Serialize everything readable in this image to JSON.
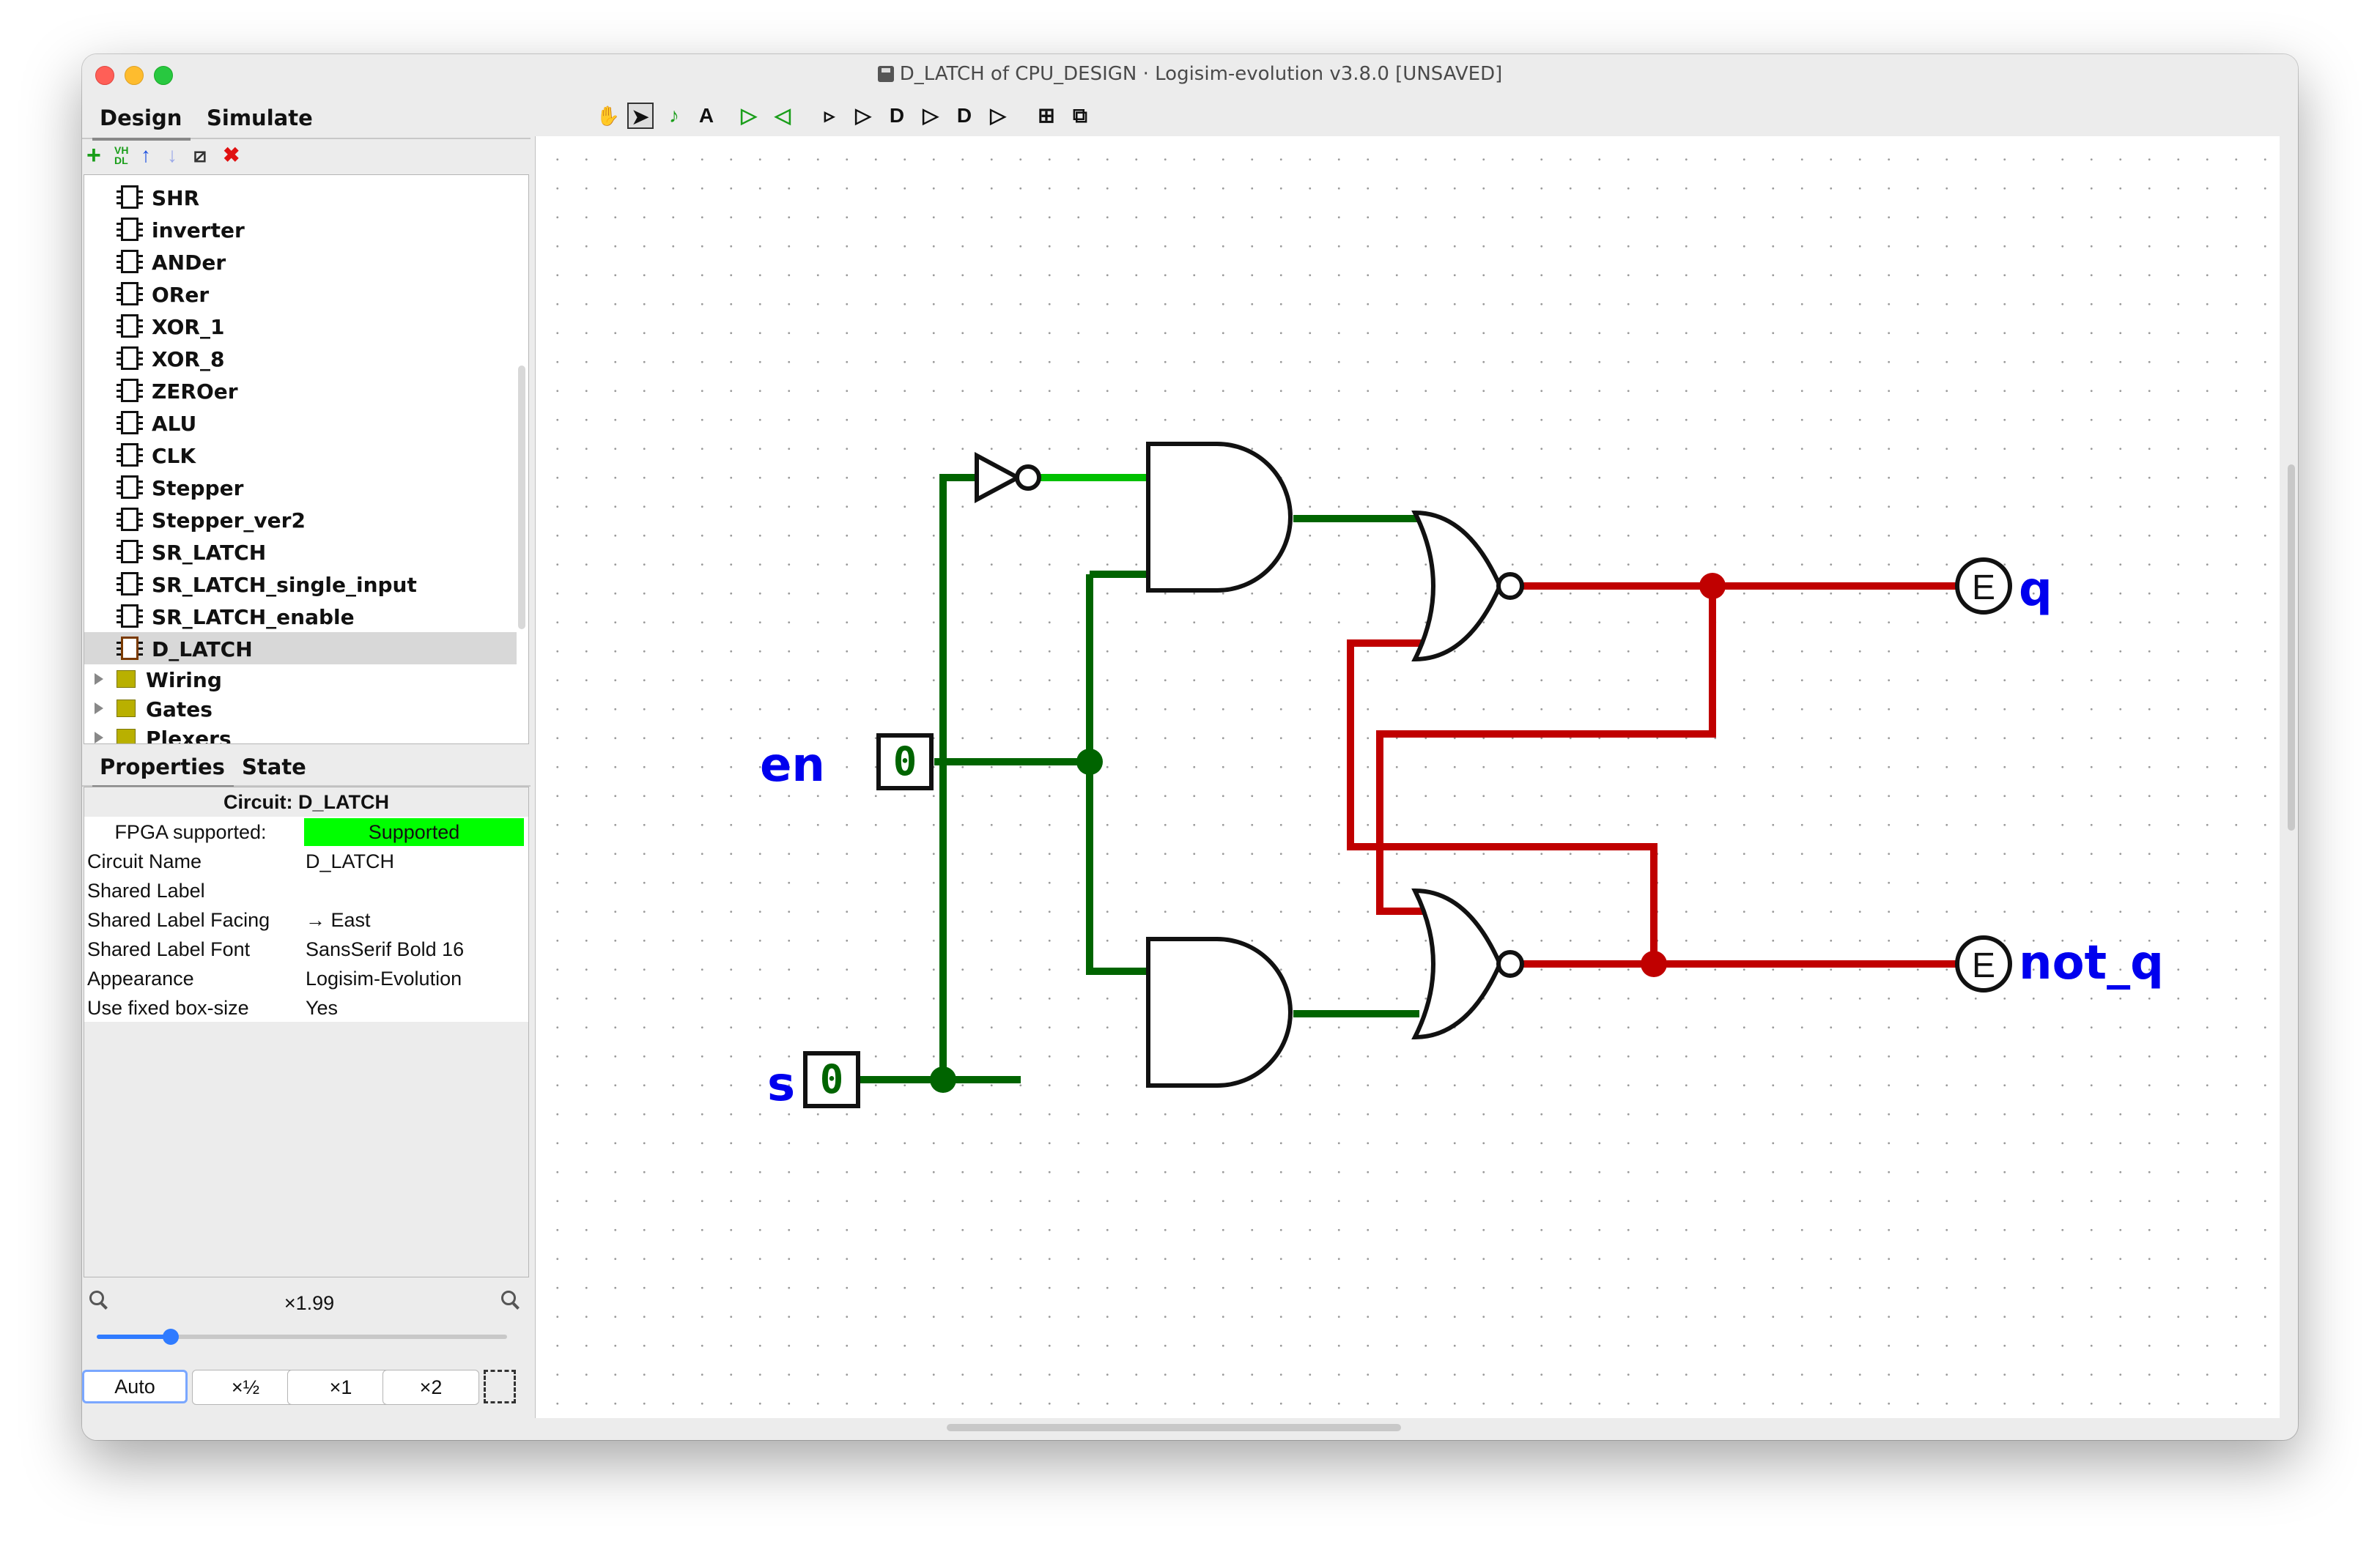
{
  "window": {
    "title": "D_LATCH of CPU_DESIGN · Logisim-evolution v3.8.0 [UNSAVED]"
  },
  "left_tabs": {
    "design": "Design",
    "simulate": "Simulate"
  },
  "tree_toolbar": {
    "add": "+",
    "vhdl": "VH DL",
    "up": "↑",
    "down": "↓",
    "edit": "⧄",
    "delete": "✖"
  },
  "tree": {
    "circuits": [
      "SHR",
      "inverter",
      "ANDer",
      "ORer",
      "XOR_1",
      "XOR_8",
      "ZEROer",
      "ALU",
      "CLK",
      "Stepper",
      "Stepper_ver2",
      "SR_LATCH",
      "SR_LATCH_single_input",
      "SR_LATCH_enable",
      "D_LATCH"
    ],
    "selected": "D_LATCH",
    "folders": [
      "Wiring",
      "Gates",
      "Plexers"
    ]
  },
  "prop_tabs": {
    "properties": "Properties",
    "state": "State"
  },
  "properties": {
    "title": "Circuit: D_LATCH",
    "rows": [
      {
        "key": "FPGA supported:",
        "value": "Supported"
      },
      {
        "key": "Circuit Name",
        "value": "D_LATCH"
      },
      {
        "key": "Shared Label",
        "value": ""
      },
      {
        "key": "Shared Label Facing",
        "value": "→ East"
      },
      {
        "key": "Shared Label Font",
        "value": "SansSerif Bold 16"
      },
      {
        "key": "Appearance",
        "value": "Logisim-Evolution"
      },
      {
        "key": "Use fixed box-size",
        "value": "Yes"
      }
    ]
  },
  "zoom": {
    "value": "×1.99",
    "level_fraction": 0.18,
    "buttons": [
      "Auto",
      "×½",
      "×1",
      "×2"
    ],
    "active": "Auto"
  },
  "toolbar_tools": [
    "hand-tool",
    "select-tool",
    "wiring-tool",
    "text-tool",
    "input-pin",
    "output-pin",
    "not-gate",
    "buffer",
    "and-gate",
    "or-gate",
    "nand-gate",
    "nor-gate",
    "add-circuit",
    "add-component"
  ],
  "circuit": {
    "inputs": [
      {
        "label": "en",
        "value": "0"
      },
      {
        "label": "s",
        "value": "0"
      }
    ],
    "outputs": [
      {
        "label": "q",
        "glyph": "E"
      },
      {
        "label": "not_q",
        "glyph": "E"
      }
    ],
    "colors": {
      "low_wire": "#006400",
      "high_wire": "#00c000",
      "error_wire": "#c00000",
      "label": "#0000ee",
      "supported": "#00ff00"
    }
  }
}
